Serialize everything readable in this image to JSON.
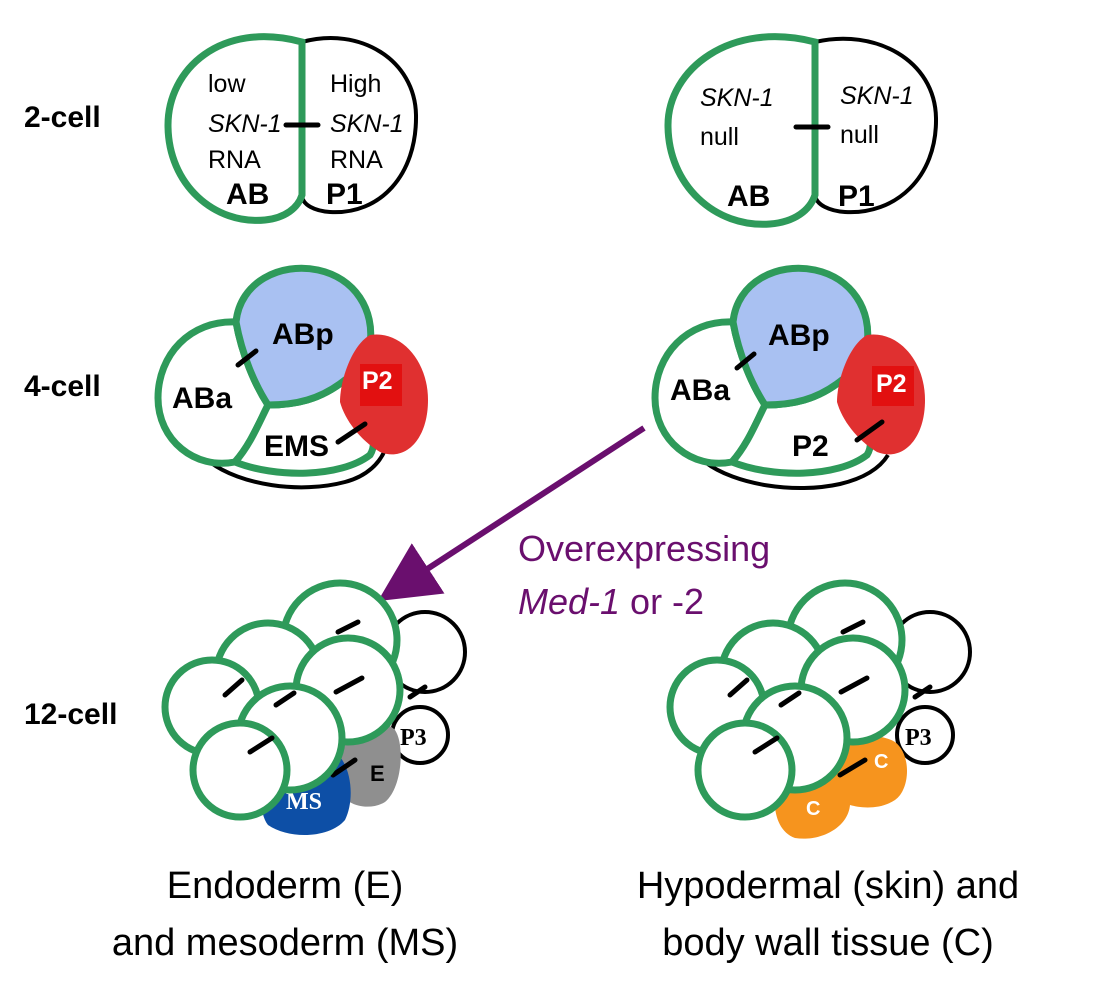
{
  "row_labels": {
    "two_cell": "2-cell",
    "four_cell": "4-cell",
    "twelve_cell": "12-cell"
  },
  "wild_type_2cell": {
    "ab_text": [
      "low",
      "SKN-1",
      "RNA"
    ],
    "p1_text": [
      "High",
      "SKN-1",
      "RNA"
    ],
    "ab_name": "AB",
    "p1_name": "P1"
  },
  "null_2cell": {
    "ab_text": [
      "SKN-1",
      "null"
    ],
    "p1_text": [
      "SKN-1",
      "null"
    ],
    "ab_name": "AB",
    "p1_name": "P1"
  },
  "wild_type_4cell": {
    "aba": "ABa",
    "abp": "ABp",
    "p2": "P2",
    "ems": "EMS"
  },
  "null_4cell": {
    "aba": "ABa",
    "abp": "ABp",
    "p2": "P2",
    "bottom": "P2"
  },
  "arrow": {
    "line1": "Overexpressing",
    "line2_italic": "Med-1",
    "line2_rest": " or -2"
  },
  "wild_type_12cell": {
    "ms": "MS",
    "e": "E",
    "p3": "P3"
  },
  "null_12cell": {
    "c1": "C",
    "c2": "C",
    "p3": "P3"
  },
  "captions": {
    "left_line1": "Endoderm (E)",
    "left_line2": "and mesoderm (MS)",
    "right_line1": "Hypodermal (skin) and",
    "right_line2": "body wall tissue (C)"
  },
  "colors": {
    "green": "#2e9a5a",
    "abp_blue": "#a9c1f2",
    "p2_red": "#e03030",
    "ms_blue": "#0d4fa6",
    "e_gray": "#8f8f8f",
    "c_orange": "#f6941e",
    "arrow_purple": "#6a0f6e"
  }
}
